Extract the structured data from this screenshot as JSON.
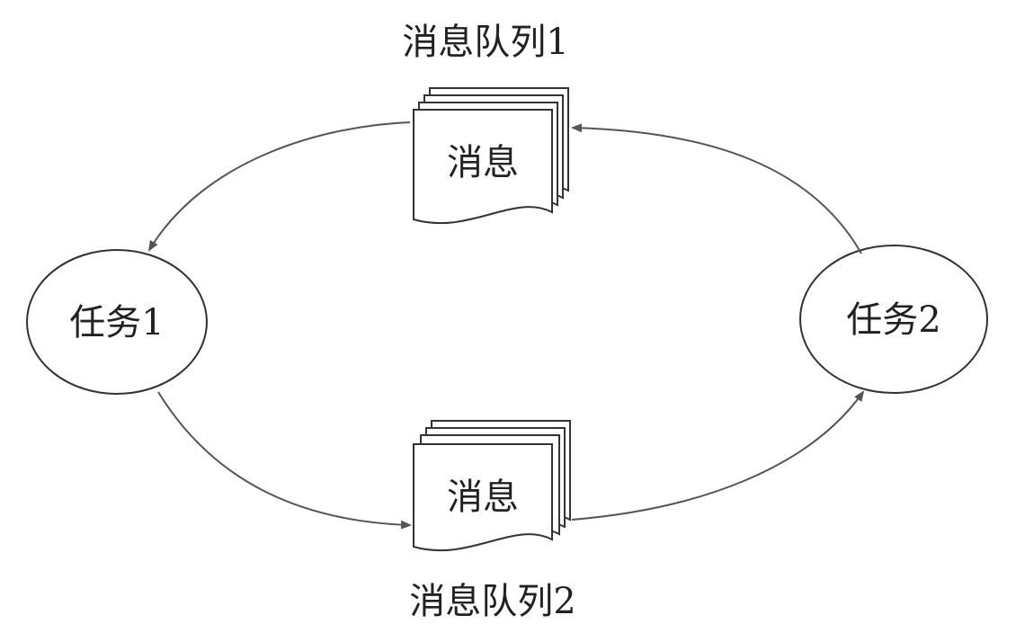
{
  "diagram": {
    "task1": {
      "label": "任务1"
    },
    "task2": {
      "label": "任务2"
    },
    "queue1": {
      "title": "消息队列1",
      "message_label": "消息"
    },
    "queue2": {
      "title": "消息队列2",
      "message_label": "消息"
    }
  }
}
